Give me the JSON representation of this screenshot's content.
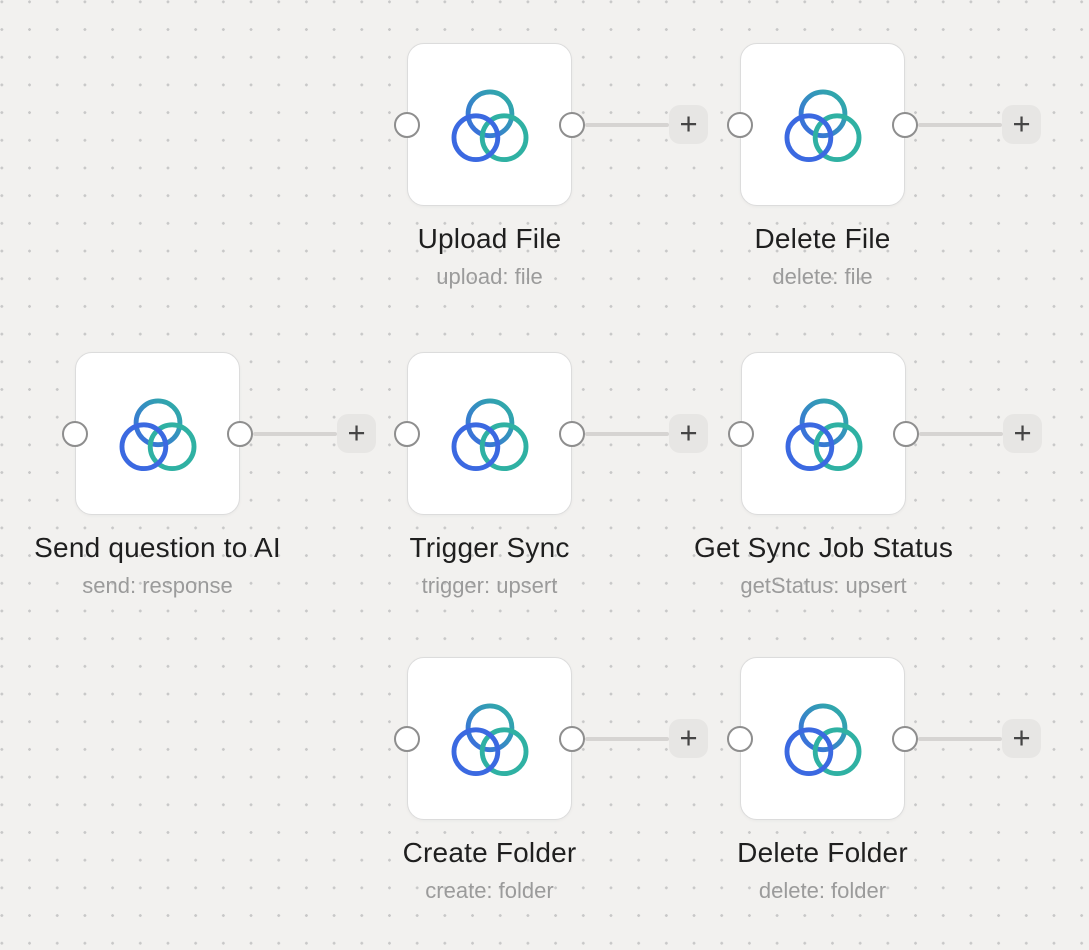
{
  "ui": {
    "plus_label": "+"
  },
  "icons": {
    "node_logo": "tri-circle-venn-logo",
    "add_button": "plus"
  },
  "colors": {
    "canvas_bg": "#f2f1ef",
    "dot": "#c8c8c8",
    "card_bg": "#ffffff",
    "card_border": "#dcdcdc",
    "endpoint_border": "#8e8e8e",
    "wire": "#d6d4d2",
    "plus_bg": "#e7e6e4",
    "plus_glyph": "#454545",
    "title": "#1f1f1f",
    "subtitle": "#9b9b9b",
    "icon_blue": "#3b69e1",
    "icon_teal": "#2fb1a3"
  },
  "nodes": [
    {
      "id": "upload-file",
      "title": "Upload File",
      "subtitle": "upload: file"
    },
    {
      "id": "delete-file",
      "title": "Delete File",
      "subtitle": "delete: file"
    },
    {
      "id": "send-question-to-ai",
      "title": "Send question to AI",
      "subtitle": "send: response"
    },
    {
      "id": "trigger-sync",
      "title": "Trigger Sync",
      "subtitle": "trigger: upsert"
    },
    {
      "id": "get-sync-job-status",
      "title": "Get Sync Job Status",
      "subtitle": "getStatus: upsert"
    },
    {
      "id": "create-folder",
      "title": "Create Folder",
      "subtitle": "create: folder"
    },
    {
      "id": "delete-folder",
      "title": "Delete Folder",
      "subtitle": "delete: folder"
    }
  ]
}
